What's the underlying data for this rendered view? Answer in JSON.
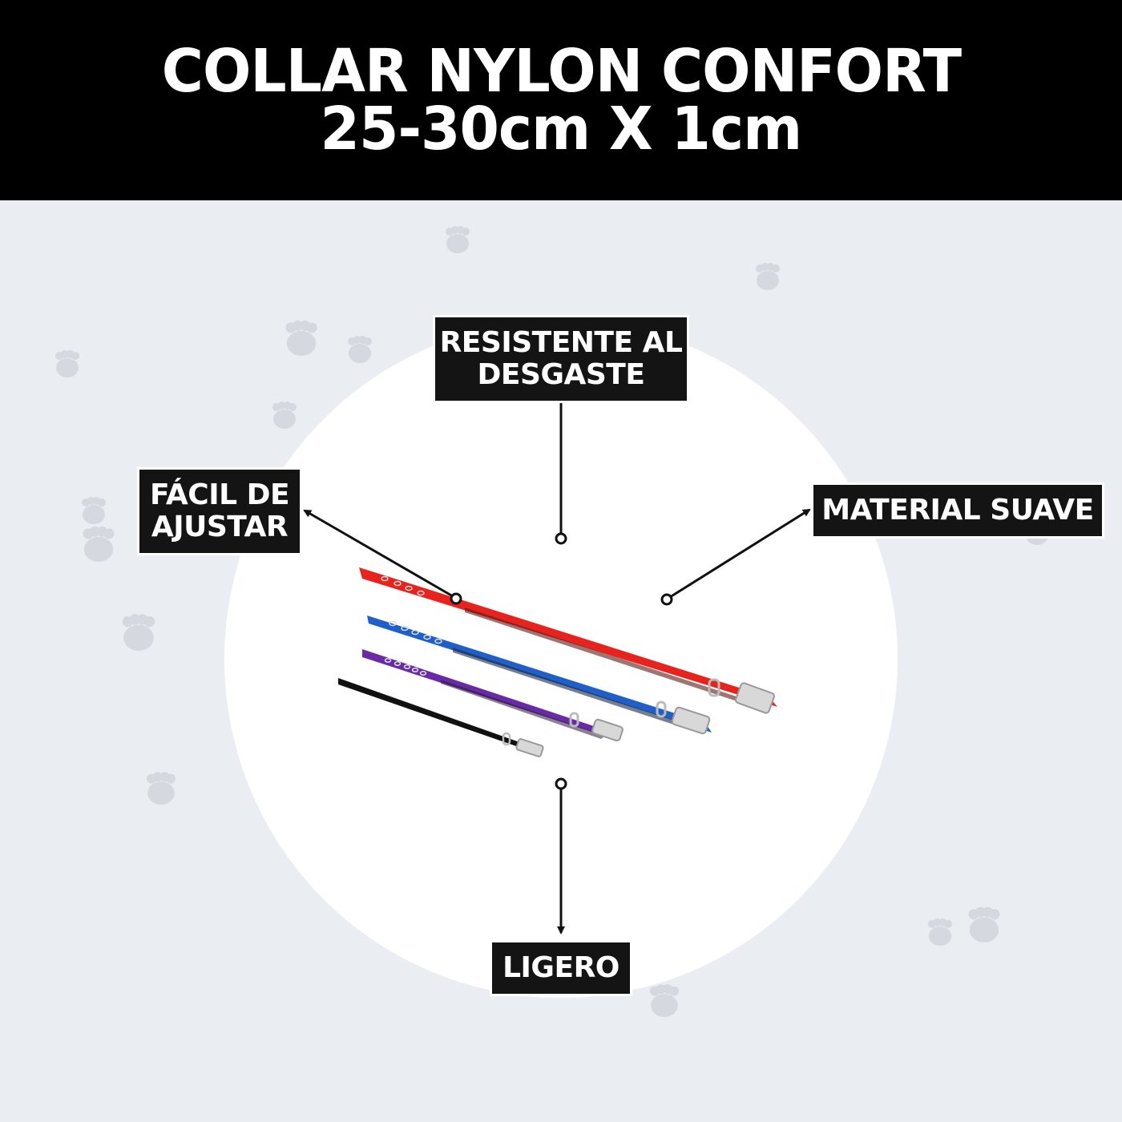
{
  "header": {
    "title_line1": "COLLAR NYLON CONFORT",
    "title_line2": "25-30cm X 1cm"
  },
  "features": [
    {
      "id": "resistente",
      "line1": "RESISTENTE AL",
      "line2": "DESGASTE"
    },
    {
      "id": "facil",
      "line1": "FÁCIL DE",
      "line2": "AJUSTAR"
    },
    {
      "id": "suave",
      "line1": "MATERIAL SUAVE"
    },
    {
      "id": "ligero",
      "line1": "LIGERO"
    }
  ],
  "product": {
    "name": "nylon collars",
    "colors": [
      {
        "name": "red",
        "hex": "#e8221c"
      },
      {
        "name": "blue",
        "hex": "#1f5fc9"
      },
      {
        "name": "purple",
        "hex": "#6a2aa8"
      },
      {
        "name": "black",
        "hex": "#111111"
      }
    ]
  },
  "colors": {
    "header_bg": "#000000",
    "page_bg": "#eaedf2",
    "label_bg": "#141414",
    "paw": "#d5d8de"
  }
}
